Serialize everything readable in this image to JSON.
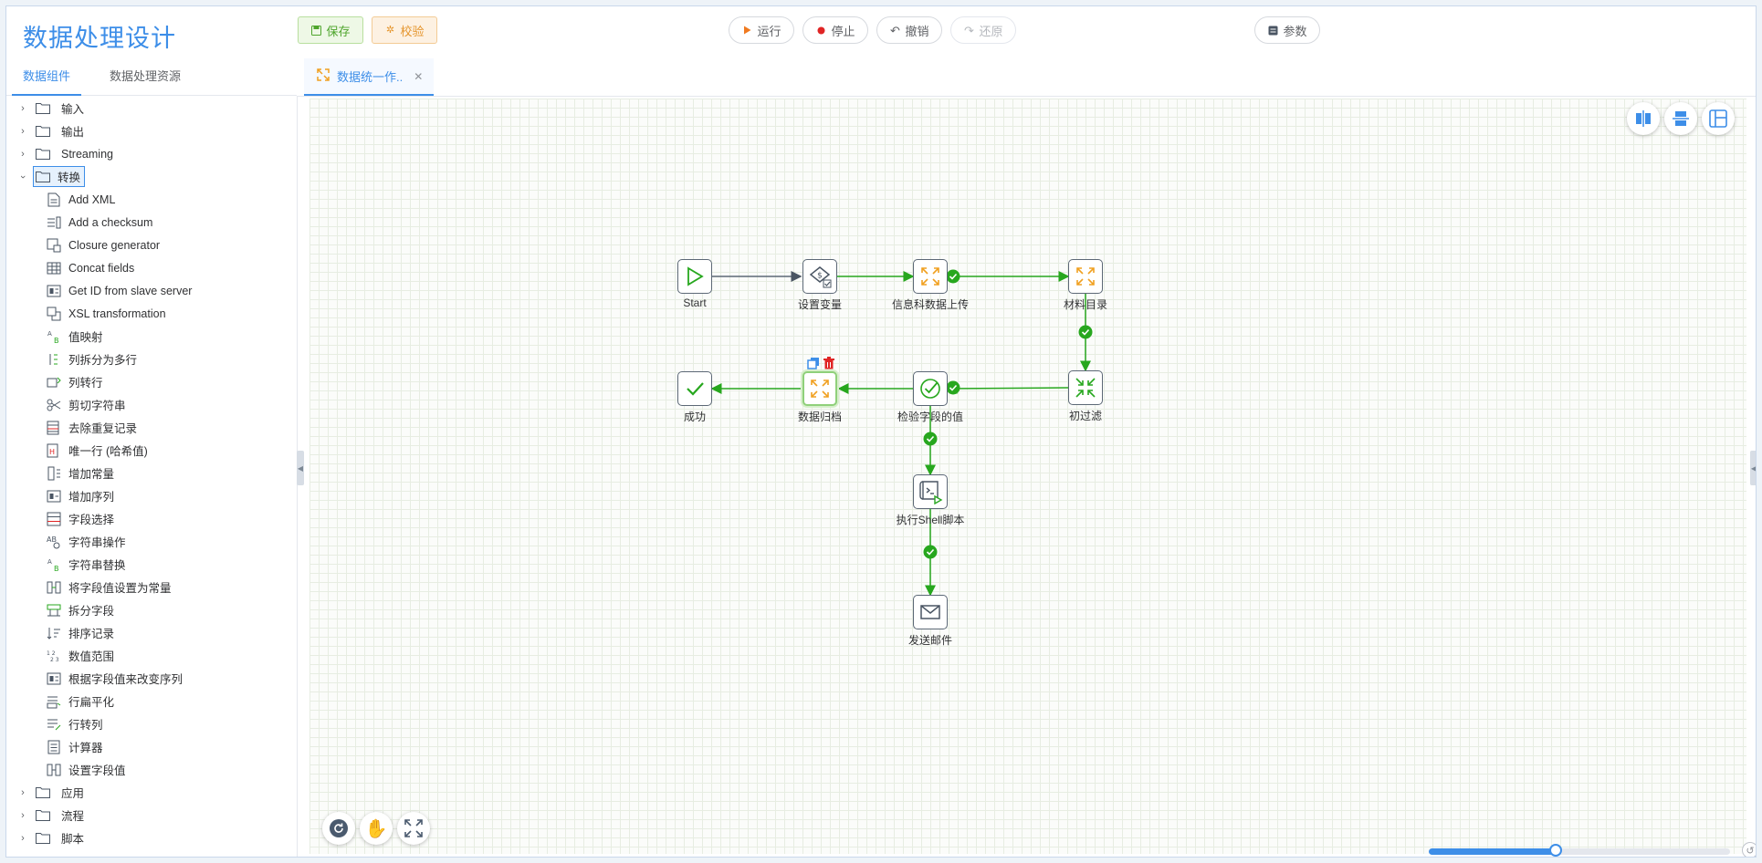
{
  "app": {
    "title": "数据处理设计"
  },
  "toolbar": {
    "save": "保存",
    "check": "校验",
    "run": "运行",
    "stop": "停止",
    "undo": "撤销",
    "redo": "还原",
    "params": "参数"
  },
  "sidebar": {
    "tabs": [
      "数据组件",
      "数据处理资源"
    ],
    "folders_top": [
      {
        "label": "输入",
        "expanded": false
      },
      {
        "label": "输出",
        "expanded": false
      },
      {
        "label": "Streaming",
        "expanded": false
      },
      {
        "label": "转换",
        "expanded": true
      }
    ],
    "transform_items": [
      {
        "label": "Add XML",
        "icon": "xml-file-icon"
      },
      {
        "label": "Add a checksum",
        "icon": "checksum-icon"
      },
      {
        "label": "Closure generator",
        "icon": "closure-icon"
      },
      {
        "label": "Concat fields",
        "icon": "grid-table-icon"
      },
      {
        "label": "Get ID from slave server",
        "icon": "id-field-icon"
      },
      {
        "label": "XSL transformation",
        "icon": "xsl-icon"
      },
      {
        "label": "值映射",
        "icon": "value-map-icon"
      },
      {
        "label": "列拆分为多行",
        "icon": "split-rows-icon"
      },
      {
        "label": "列转行",
        "icon": "column-to-row-icon"
      },
      {
        "label": "剪切字符串",
        "icon": "scissors-icon"
      },
      {
        "label": "去除重复记录",
        "icon": "dedupe-icon"
      },
      {
        "label": "唯一行 (哈希值)",
        "icon": "hash-unique-icon"
      },
      {
        "label": "增加常量",
        "icon": "add-constant-icon"
      },
      {
        "label": "增加序列",
        "icon": "add-sequence-icon"
      },
      {
        "label": "字段选择",
        "icon": "field-select-icon"
      },
      {
        "label": "字符串操作",
        "icon": "string-ops-icon"
      },
      {
        "label": "字符串替换",
        "icon": "string-replace-icon"
      },
      {
        "label": "将字段值设置为常量",
        "icon": "set-constant-icon"
      },
      {
        "label": "拆分字段",
        "icon": "split-field-icon"
      },
      {
        "label": "排序记录",
        "icon": "sort-icon"
      },
      {
        "label": "数值范围",
        "icon": "number-range-icon"
      },
      {
        "label": "根据字段值来改变序列",
        "icon": "change-sequence-icon"
      },
      {
        "label": "行扁平化",
        "icon": "flatten-icon"
      },
      {
        "label": "行转列",
        "icon": "row-to-column-icon"
      },
      {
        "label": "计算器",
        "icon": "calculator-icon"
      },
      {
        "label": "设置字段值",
        "icon": "set-field-icon"
      }
    ],
    "folders_bottom": [
      {
        "label": "应用",
        "expanded": false
      },
      {
        "label": "流程",
        "expanded": false
      },
      {
        "label": "脚本",
        "expanded": false
      }
    ]
  },
  "editor": {
    "tab_label": "数据统一作..",
    "nodes": {
      "start": "Start",
      "set_var": "设置变量",
      "upload": "信息科数据上传",
      "catalog": "材料目录",
      "filter": "初过滤",
      "validate": "检验字段的值",
      "archive": "数据归档",
      "success": "成功",
      "shell": "执行Shell脚本",
      "mail": "发送邮件"
    }
  },
  "colors": {
    "accent": "#3d8ee8",
    "success": "#27a71e",
    "warning": "#f0a020",
    "danger": "#e02424"
  },
  "zoom": {
    "value": 0.42
  }
}
